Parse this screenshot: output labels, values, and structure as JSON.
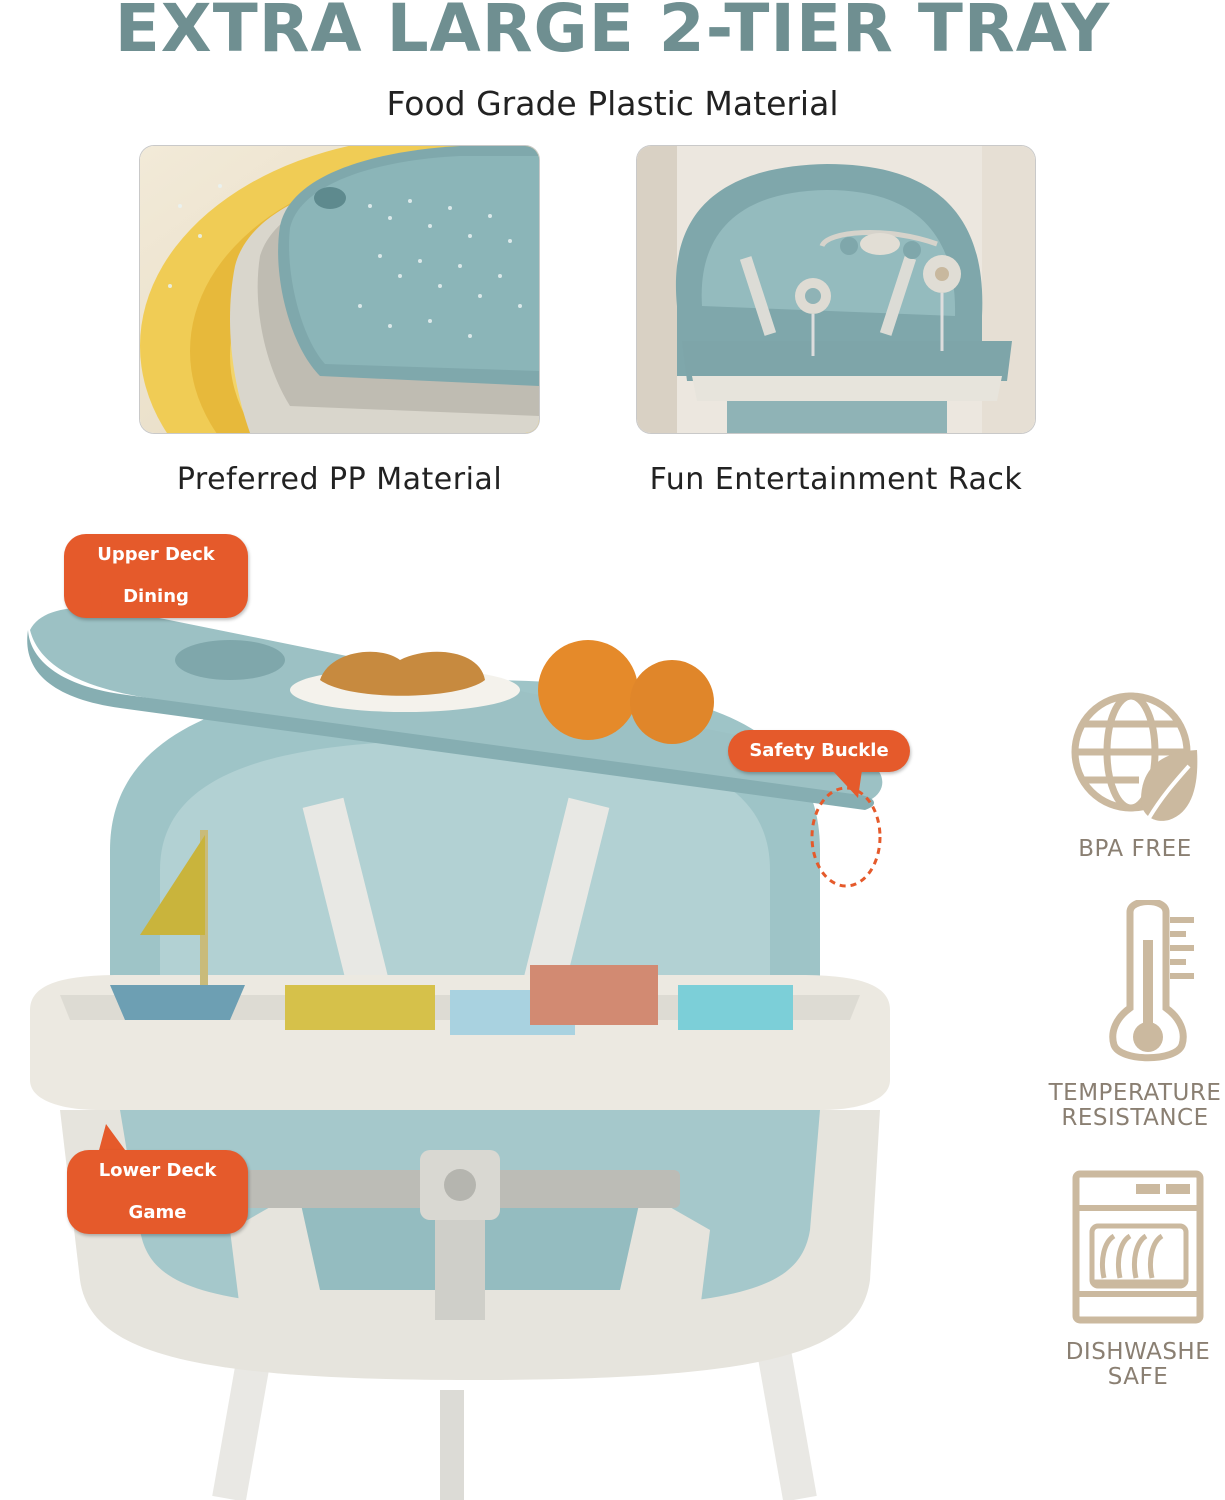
{
  "header": {
    "title": "EXTRA LARGE 2-TIER TRAY",
    "subtitle": "Food Grade Plastic Material"
  },
  "photos": [
    {
      "caption": "Preferred PP Material"
    },
    {
      "caption": "Fun Entertainment Rack"
    }
  ],
  "callouts": {
    "upper": "Upper Deck Dining",
    "safety": "Safety Buckle",
    "lower": "Lower Deck Game"
  },
  "features": {
    "bpa": "BPA FREE",
    "temperature_line1": "TEMPERATURE",
    "temperature_line2": "RESISTANCE",
    "dishwasher_line1": "DISHWASHE",
    "dishwasher_line2": "SAFE"
  },
  "colors": {
    "accent_teal": "#6f8f91",
    "callout_orange": "#e55a2b",
    "icon_tan": "#cbb99f",
    "chair_teal": "#9cc2c5",
    "chair_cream": "#e8e6df"
  }
}
